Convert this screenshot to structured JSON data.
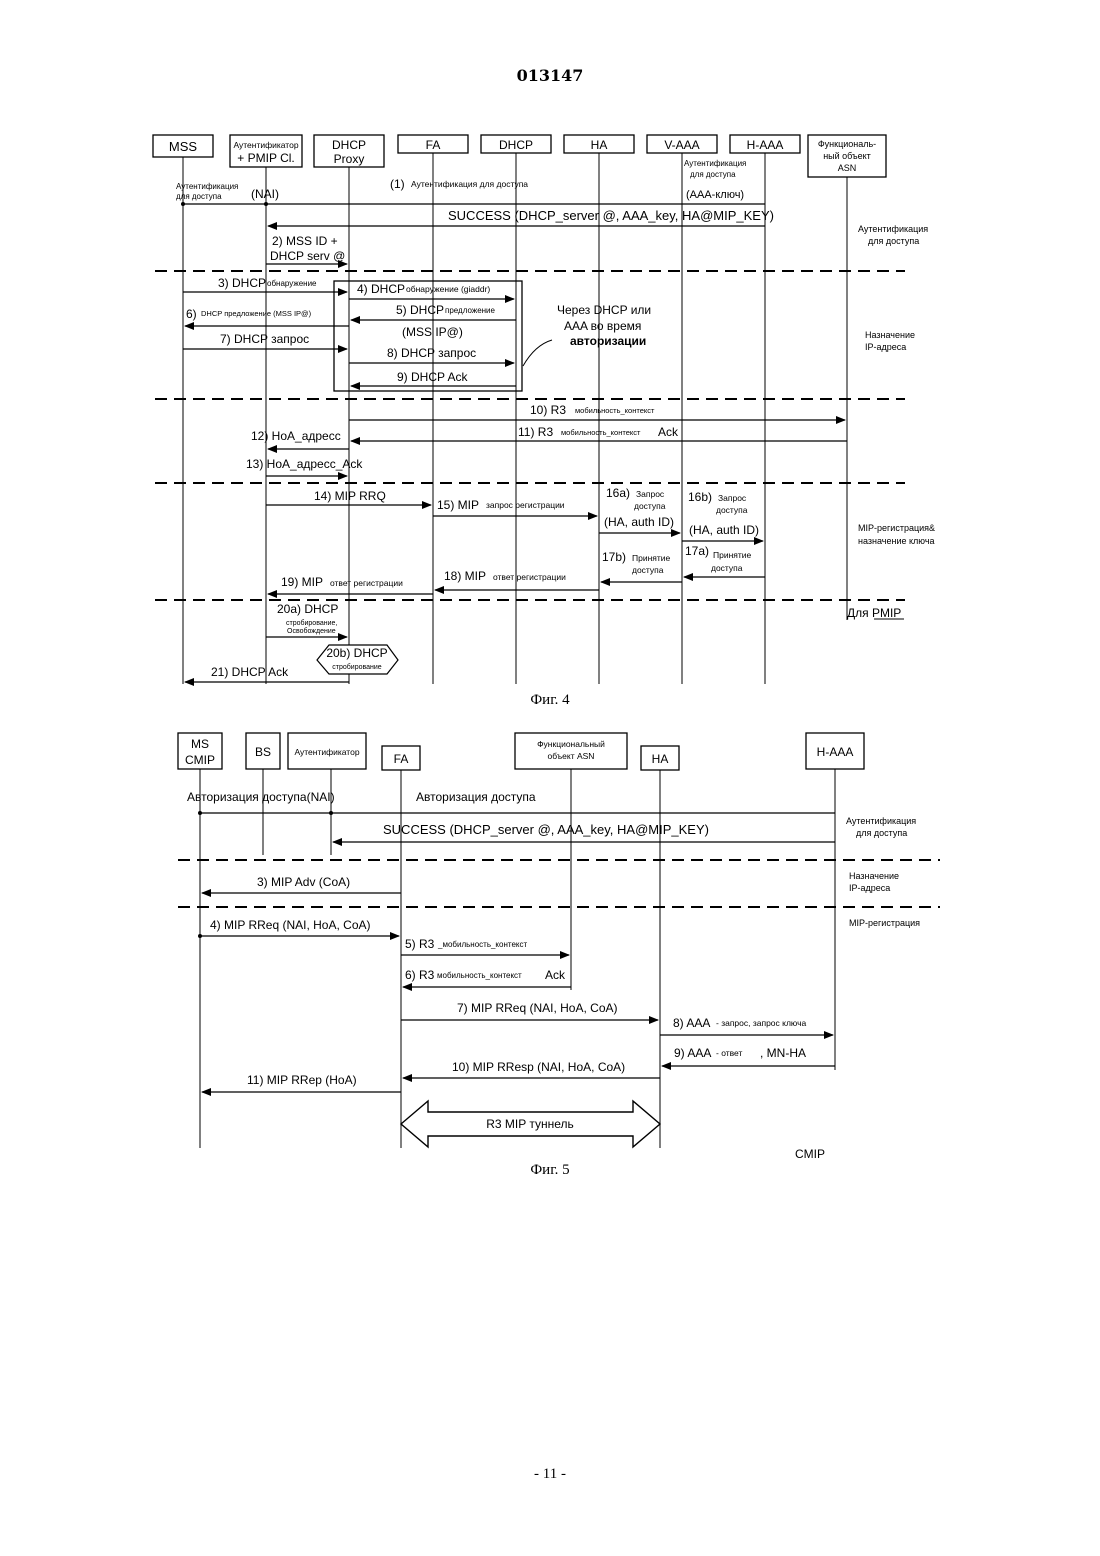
{
  "page": {
    "doc_number": "013147",
    "page_number": "- 11 -"
  },
  "fig4": {
    "caption": "Фиг. 4",
    "entities": {
      "mss": "MSS",
      "auth_l1": "Аутентификатор",
      "auth_l2": "+ PMIP Cl.",
      "proxy_l1": "DHCP",
      "proxy_l2": "Proxy",
      "fa": "FA",
      "dhcp": "DHCP",
      "ha": "HA",
      "vaaa": "V-AAA",
      "haaa": "H-AAA",
      "asn_l1": "Функциональ-",
      "asn_l2": "ный объект",
      "asn_l3": "ASN"
    },
    "labels": {
      "auth_mss_l1": "Аутентификация",
      "auth_mss_l2": "для доступа",
      "nai": "(NAI)",
      "m1_num": "(1)",
      "m1_text": "Аутентификация для доступа",
      "vaaa_note_l1": "Аутентификация",
      "vaaa_note_l2": "для доступа",
      "aaa_key": "(AAA-ключ)",
      "success": "SUCCESS (DHCP_server @, AAA_key, HA@MIP_KEY)",
      "m2_l1": "2) MSS ID +",
      "m2_l2": "DHCP serv @",
      "m3_main": "3) DHCP",
      "m3_small": "обнаружение",
      "m4_main": "4) DHCP",
      "m4_small": "обнаружение (giaddr)",
      "m5_main": "5) DHCP",
      "m5_small": "предложение",
      "m6_main": "6)",
      "m6_small": "DHCP предложение (MSS IP@)",
      "mss_ip": "(MSS IP@)",
      "m7": "7) DHCP запрос",
      "m8": "8) DHCP запрос",
      "m9": "9) DHCP Ack",
      "note_l1": "Через DHCP или",
      "note_l2": "AAA во время",
      "note_l3": "авторизации",
      "m10_main": "10) R3",
      "m10_small": "мобильность_контекст",
      "m11_main": "11) R3",
      "m11_small": "мобильность_контекст",
      "m11_tail": "Ack",
      "m12": "12) HoA_адресс",
      "m13": "13) HoA_адресс_Ack",
      "m14": "14) MIP RRQ",
      "m15_main": "15) MIP",
      "m15_small": "запрос регистрации",
      "m16a_num": "16a)",
      "m16a_l1": "Запрос",
      "m16a_l2": "доступа",
      "m16a_l3": "(HA, auth ID)",
      "m16b_num": "16b)",
      "m16b_l1": "Запрос",
      "m16b_l2": "доступа",
      "m16b_l3": "(HA, auth ID)",
      "m17a_num": "17a)",
      "m17a_l1": "Принятие",
      "m17a_l2": "доступа",
      "m17b_num": "17b)",
      "m17b_l1": "Принятие",
      "m17b_l2": "доступа",
      "m18_main": "18) MIP",
      "m18_small": "ответ регистрации",
      "m19_main": "19) MIP",
      "m19_small": "ответ регистрации",
      "m20a_main": "20a) DHCP",
      "m20a_s1": "стробирование,",
      "m20a_s2": "Освобождение",
      "m20b_main": "20b) DHCP",
      "m20b_small": "стробирование",
      "m21": "21) DHCP Ack",
      "phase_auth_l1": "Аутентификация",
      "phase_auth_l2": "для доступа",
      "phase_ip_l1": "Назначение",
      "phase_ip_l2": "IP-адреса",
      "phase_mip_l1": "MIP-регистрация&",
      "phase_mip_l2": "назначение ключа",
      "pmip": "Для PMIP"
    }
  },
  "fig5": {
    "caption": "Фиг. 5",
    "entities": {
      "ms_l1": "MS",
      "ms_l2": "CMIP",
      "bs": "BS",
      "auth": "Аутентификатор",
      "fa": "FA",
      "asn_l1": "Функциональный",
      "asn_l2": "объект   ASN",
      "ha": "HA",
      "haaa": "H-AAA"
    },
    "labels": {
      "auth_access": "Авторизация доступа(NAI)",
      "auth_access2": "Авторизация доступа",
      "success": "SUCCESS (DHCP_server @, AAA_key, HA@MIP_KEY)",
      "m3": "3) MIP Adv (CoA)",
      "m4": "4) MIP RReq (NAI, HoA, CoA)",
      "m5_main": "5) R3",
      "m5_small": "_мобильность_контекст",
      "m6_main": "6) R3",
      "m6_small": "мобильность_контекст",
      "m6_tail": "Ack",
      "m7": "7) MIP RReq (NAI, HoA, CoA)",
      "m8_main": "8) AAA",
      "m8_small": "- запрос, запрос ключа",
      "m9_main": "9) AAA",
      "m9_small": "- ответ",
      "m9_tail": ", MN-HA",
      "m10": "10) MIP RResp (NAI, HoA, CoA)",
      "m11": "11) MIP RRep (HoA)",
      "tunnel": "R3 MIP туннель",
      "phase_auth_l1": "Аутентификация",
      "phase_auth_l2": "для доступа",
      "phase_ip_l1": "Назначение",
      "phase_ip_l2": "IP-адреса",
      "phase_mip": "MIP-регистрация",
      "cmip": "CMIP"
    }
  }
}
